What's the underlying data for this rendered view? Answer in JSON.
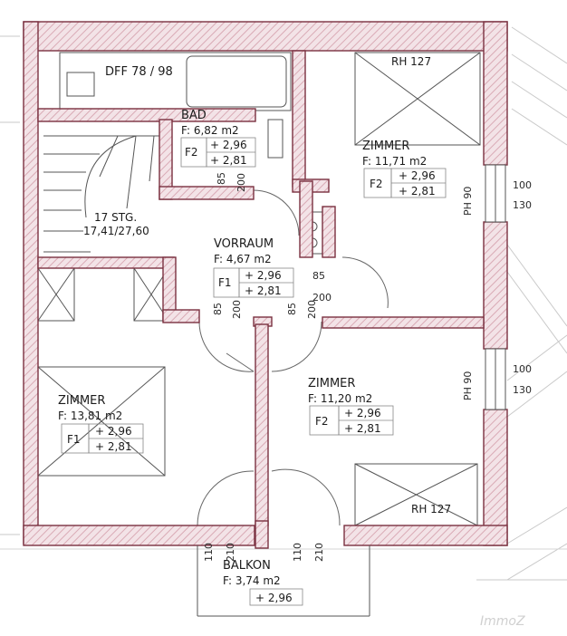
{
  "colors": {
    "wall_fill": "#f1dfe3",
    "wall_line": "#7a3140",
    "ink": "#1b1b1b",
    "paper": "#ffffff"
  },
  "rooms": {
    "bad": {
      "name": "BAD",
      "area": "F:  6,82 m2",
      "window_type": "F2",
      "height_1": "+ 2,96",
      "height_2": "+ 2,81"
    },
    "dff": {
      "label": "DFF 78 / 98"
    },
    "zimmer_ne": {
      "name": "ZIMMER",
      "area": "F:   11,71 m2",
      "window_type": "F2",
      "height_1": "+ 2,96",
      "height_2": "+ 2,81",
      "rh": "RH 127"
    },
    "stairs": {
      "line1": "17 STG.",
      "line2": "17,41/27,60"
    },
    "vorraum": {
      "name": "VORRAUM",
      "area": "F:   4,67 m2",
      "window_type": "F1",
      "height_1": "+ 2,96",
      "height_2": "+ 2,81"
    },
    "zimmer_sw": {
      "name": "ZIMMER",
      "area": "F:   13,81 m2",
      "window_type": "F1",
      "height_1": "+ 2,96",
      "height_2": "+ 2,81"
    },
    "zimmer_se": {
      "name": "ZIMMER",
      "area": "F:   11,20 m2",
      "window_type": "F2",
      "height_1": "+ 2,96",
      "height_2": "+ 2,81",
      "rh": "RH 127"
    },
    "balkon": {
      "name": "BALKON",
      "area": "F:   3,74 m2",
      "height_1": "+ 2,96"
    }
  },
  "dimensions": {
    "bad_door_w": "85",
    "bad_door_h": "200",
    "vor_right_w": "85",
    "vor_right_h": "200",
    "vor_left_w": "85",
    "vor_left_h": "200",
    "vor_mid_w": "85",
    "vor_mid_h": "200",
    "window_ne_ph": "PH 90",
    "window_ne_w": "100",
    "window_ne_h": "130",
    "window_se_ph": "PH 90",
    "window_se_w": "100",
    "window_se_h": "130",
    "balkon_a1": "110",
    "balkon_a2": "210",
    "balkon_b1": "110",
    "balkon_b2": "210"
  },
  "watermark": "ImmoZ"
}
